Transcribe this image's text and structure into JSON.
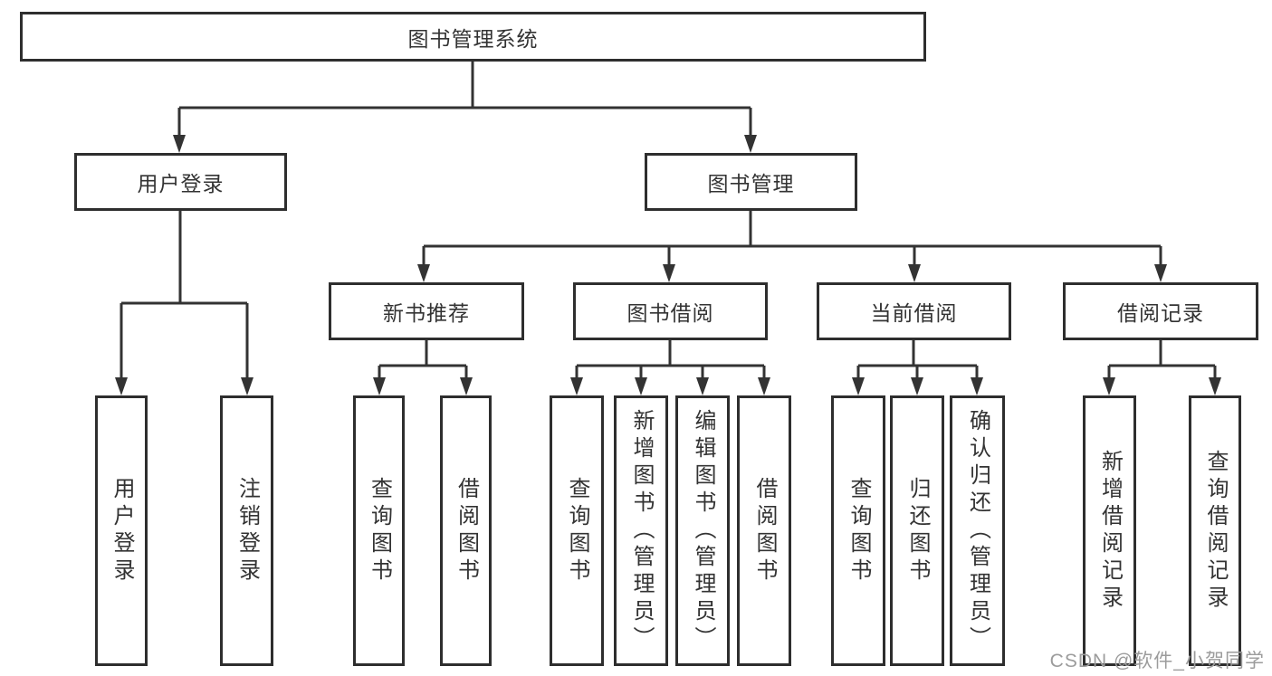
{
  "diagram": {
    "root": {
      "label": "图书管理系统"
    },
    "level2": [
      {
        "label": "用户登录"
      },
      {
        "label": "图书管理"
      }
    ],
    "level3": [
      {
        "label": "新书推荐"
      },
      {
        "label": "图书借阅"
      },
      {
        "label": "当前借阅"
      },
      {
        "label": "借阅记录"
      }
    ],
    "leaves": {
      "user_login": [
        "用户登录",
        "注销登录"
      ],
      "new_book": [
        "查询图书",
        "借阅图书"
      ],
      "book_borrow": [
        "查询图书",
        "新增图书（管理员）",
        "编辑图书（管理员）",
        "借阅图书"
      ],
      "current_borrow": [
        "查询图书",
        "归还图书",
        "确认归还（管理员）"
      ],
      "borrow_record": [
        "新增借阅记录",
        "查询借阅记录"
      ]
    }
  },
  "watermark": {
    "text": "CSDN @软件_小贺同学",
    "color": "#9c9c9c"
  },
  "colors": {
    "line": "#333333",
    "border": "#2e2e2e",
    "background": "#ffffff",
    "text": "#333333"
  }
}
